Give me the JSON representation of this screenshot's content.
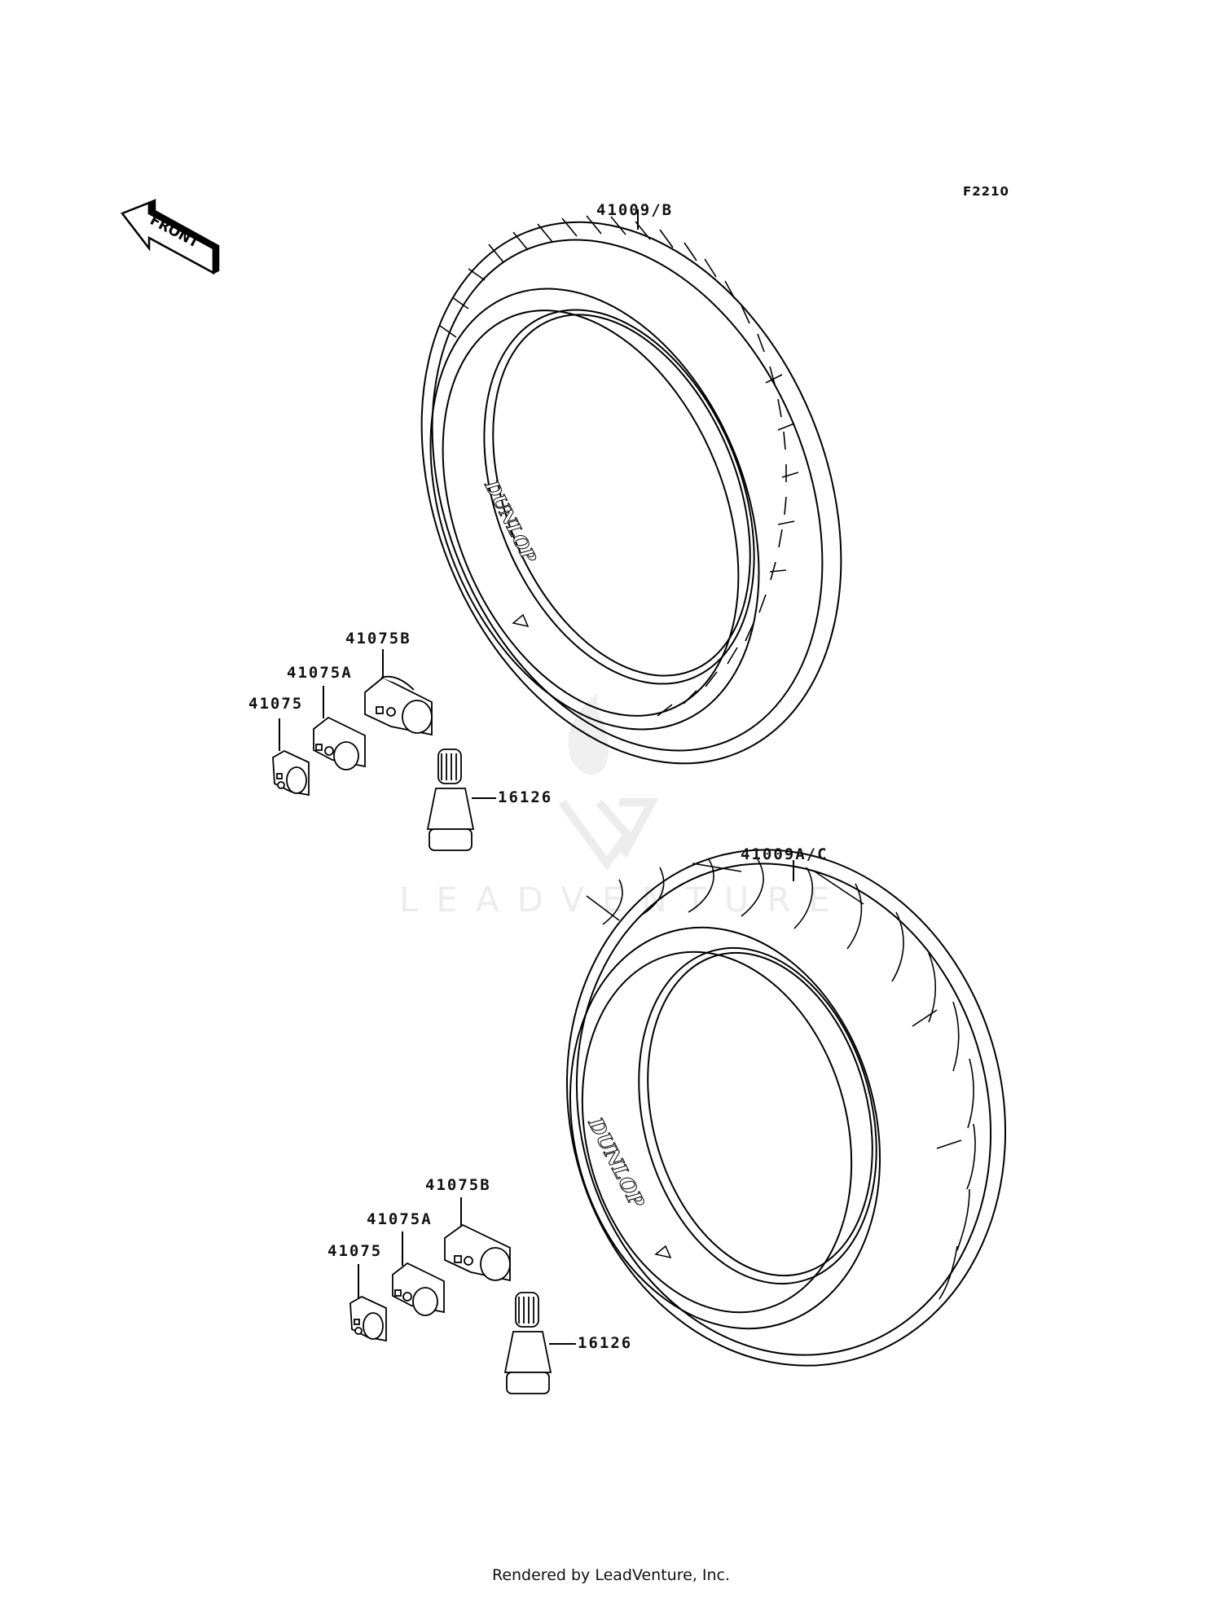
{
  "diagram": {
    "figure_id": "F2210",
    "direction_indicator": "FRONT",
    "watermark": "LEADVENTURE",
    "footer": "Rendered by LeadVenture, Inc.",
    "parts": [
      {
        "ref": "41009/B",
        "description": "front-tire",
        "brand_on_sidewall": "DUNLOP"
      },
      {
        "ref": "41009A/C",
        "description": "rear-tire",
        "brand_on_sidewall": "DUNLOP"
      },
      {
        "ref": "41075B",
        "description": "balance-weight-large",
        "group": "front"
      },
      {
        "ref": "41075A",
        "description": "balance-weight-medium",
        "group": "front"
      },
      {
        "ref": "41075",
        "description": "balance-weight-small",
        "group": "front"
      },
      {
        "ref": "16126",
        "description": "valve-stem",
        "group": "front"
      },
      {
        "ref": "41075B",
        "description": "balance-weight-large",
        "group": "rear"
      },
      {
        "ref": "41075A",
        "description": "balance-weight-medium",
        "group": "rear"
      },
      {
        "ref": "41075",
        "description": "balance-weight-small",
        "group": "rear"
      },
      {
        "ref": "16126",
        "description": "valve-stem",
        "group": "rear"
      }
    ]
  }
}
